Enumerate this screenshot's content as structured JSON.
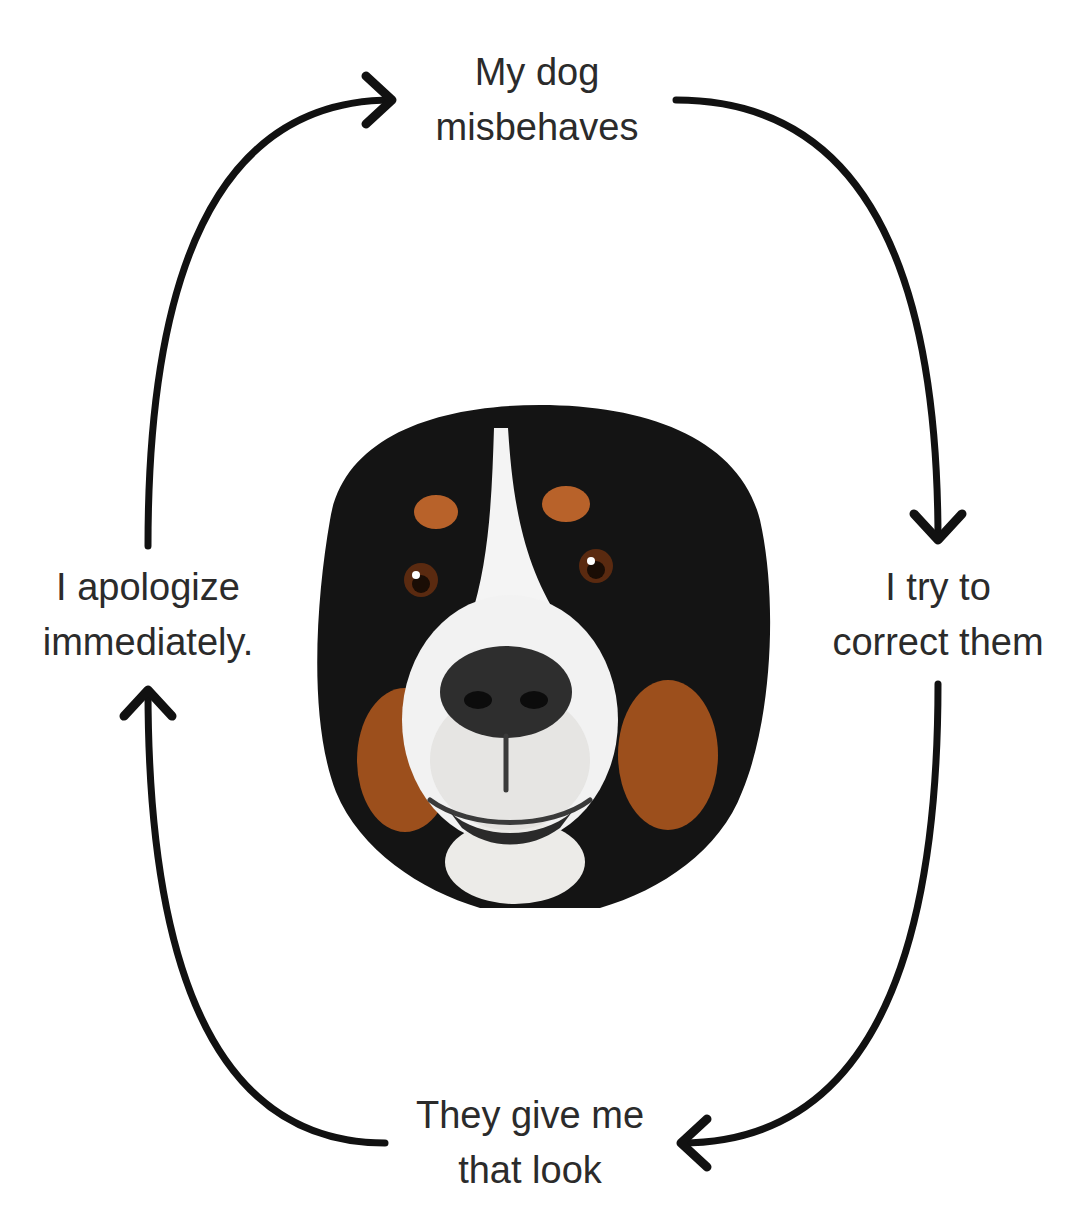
{
  "diagram": {
    "nodes": [
      {
        "text": [
          "My dog misbehaves"
        ]
      },
      {
        "text": [
          "I try to correct them"
        ]
      },
      {
        "text": [
          "They give me that look"
        ]
      },
      {
        "text": [
          "I apologize immediately."
        ]
      }
    ],
    "edges": [
      {
        "from": 0,
        "to": 1,
        "arrow": "to"
      },
      {
        "from": 1,
        "to": 2,
        "arrow": "to"
      },
      {
        "from": 2,
        "to": 3,
        "arrow": "to"
      },
      {
        "from": 3,
        "to": 0,
        "arrow": "to"
      }
    ]
  }
}
